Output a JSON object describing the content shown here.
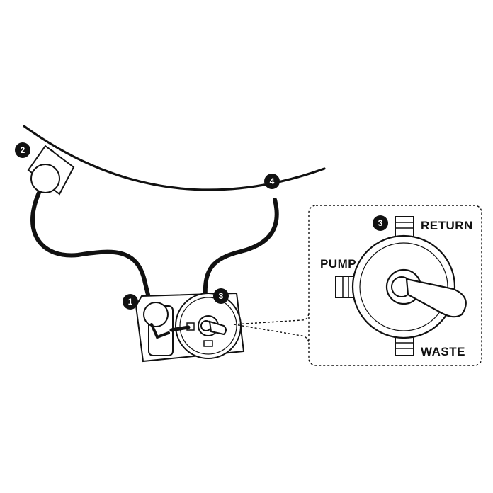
{
  "callouts": [
    {
      "id": "1",
      "text": "1"
    },
    {
      "id": "2",
      "text": "2"
    },
    {
      "id": "3",
      "text": "3"
    },
    {
      "id": "4",
      "text": "4"
    }
  ],
  "detail": {
    "badge": "3",
    "return_label": "RETURN",
    "pump_label": "PUMP",
    "waste_label": "WASTE"
  },
  "colors": {
    "line": "#111111",
    "background": "#ffffff",
    "badge": "#111111"
  }
}
